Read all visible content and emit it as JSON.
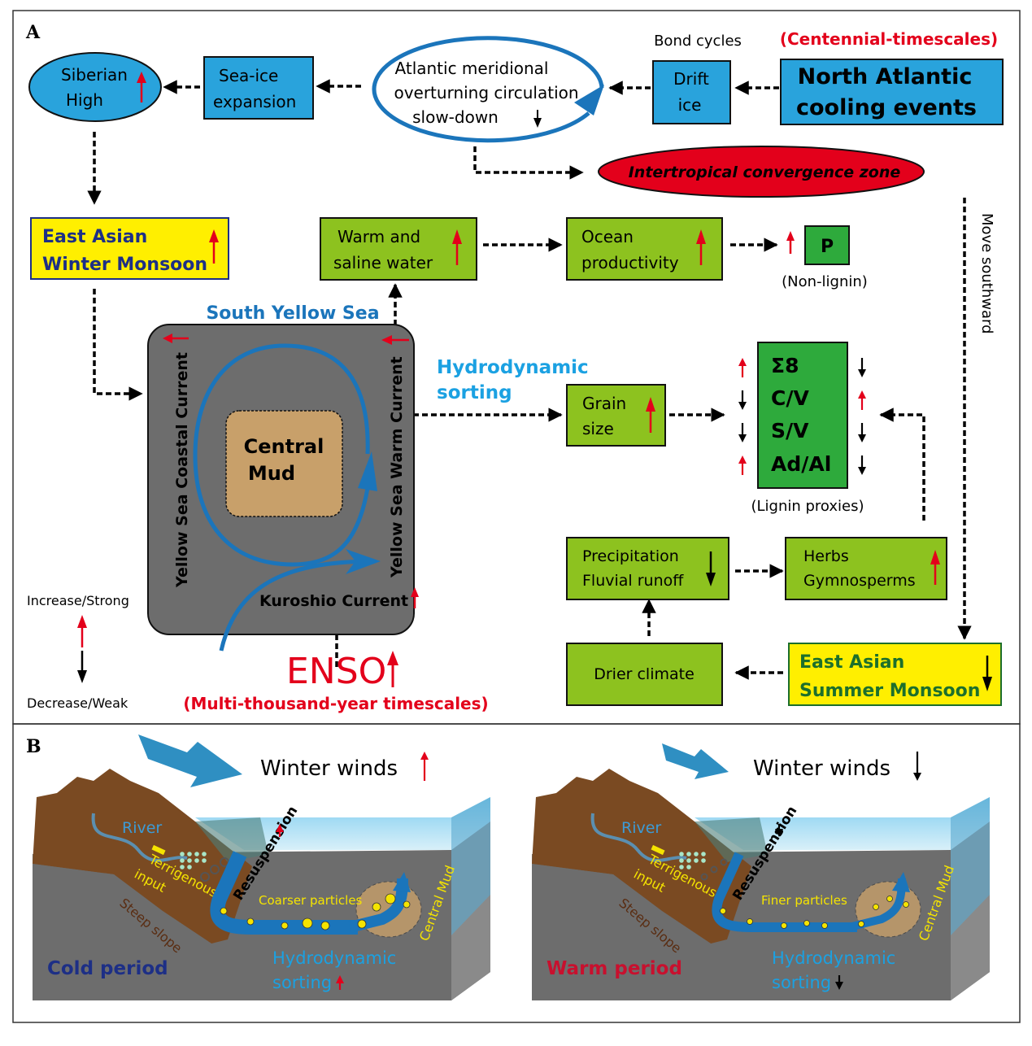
{
  "panel_a": {
    "label": "A",
    "siberian_high": [
      "Siberian",
      "High"
    ],
    "sea_ice": [
      "Sea-ice",
      "expansion"
    ],
    "amoc": [
      "Atlantic meridional",
      "overturning circulation",
      "slow-down"
    ],
    "bond_cycles": "Bond cycles",
    "drift_ice": [
      "Drift",
      "ice"
    ],
    "centennial": "(Centennial-timescales)",
    "na_cooling": [
      "North Atlantic",
      "cooling events"
    ],
    "itcz": "Intertropical convergence zone",
    "move_southward": "Move southward",
    "eawm": [
      "East Asian",
      "Winter Monsoon"
    ],
    "warm_saline": [
      "Warm and",
      "saline water"
    ],
    "ocean_productivity": [
      "Ocean",
      "productivity"
    ],
    "p_box": "P",
    "non_lignin": "(Non-lignin)",
    "south_yellow_sea": "South Yellow Sea",
    "ysc_current": "Yellow Sea Coastal Current",
    "ysw_current": "Yellow Sea Warm Current",
    "central_mud": [
      "Central",
      "Mud"
    ],
    "kuroshio": "Kuroshio Current",
    "hydro_sorting": [
      "Hydrodynamic",
      "sorting"
    ],
    "grain_size": [
      "Grain",
      "size"
    ],
    "lignin_box": [
      "Σ8",
      "C/V",
      "S/V",
      "Ad/Al"
    ],
    "lignin_left_arrows": [
      "up",
      "down",
      "down",
      "up"
    ],
    "lignin_right_arrows": [
      "down",
      "up",
      "down",
      "down"
    ],
    "lignin_proxies": "(Lignin proxies)",
    "precipitation": [
      "Precipitation",
      "Fluvial runoff"
    ],
    "herbs": [
      "Herbs",
      "Gymnosperms"
    ],
    "drier_climate": "Drier climate",
    "easm": [
      "East Asian",
      "Summer Monsoon"
    ],
    "enso": "ENSO",
    "multi_thousand": "(Multi-thousand-year timescales)",
    "legend_increase": "Increase/Strong",
    "legend_decrease": "Decrease/Weak"
  },
  "panel_b": {
    "label": "B",
    "left": {
      "winter_winds": "Winter winds",
      "winds_trend": "up",
      "river": "River",
      "terrigenous": [
        "Terrigenous",
        "input"
      ],
      "resuspension": "Resuspension",
      "resuspension_trend": "up",
      "particles": "Coarser particles",
      "central_mud": "Central Mud",
      "steep_slope": "Steep slope",
      "period": "Cold period",
      "hydro_sorting": [
        "Hydrodynamic",
        "sorting"
      ],
      "sorting_trend": "up"
    },
    "right": {
      "winter_winds": "Winter winds",
      "winds_trend": "down",
      "river": "River",
      "terrigenous": [
        "Terrigenous",
        "input"
      ],
      "resuspension": "Resuspension",
      "resuspension_trend": "down",
      "particles": "Finer particles",
      "central_mud": "Central Mud",
      "steep_slope": "Steep slope",
      "period": "Warm period",
      "hydro_sorting": [
        "Hydrodynamic",
        "sorting"
      ],
      "sorting_trend": "down"
    }
  },
  "colors": {
    "blue_box": "#29a3dc",
    "green_box": "#8dc21f",
    "dark_green_box": "#2eaa3c",
    "yellow_box": "#ffef00",
    "red": "#e3001b",
    "navy_text": "#1d2f86",
    "green_text": "#1c6f2c",
    "current_blue": "#1b75bb",
    "sorting_blue": "#1ba1e2",
    "gray_sea": "#6d6d6d",
    "mud": "#c8a06a",
    "land": "#7a4a22"
  }
}
